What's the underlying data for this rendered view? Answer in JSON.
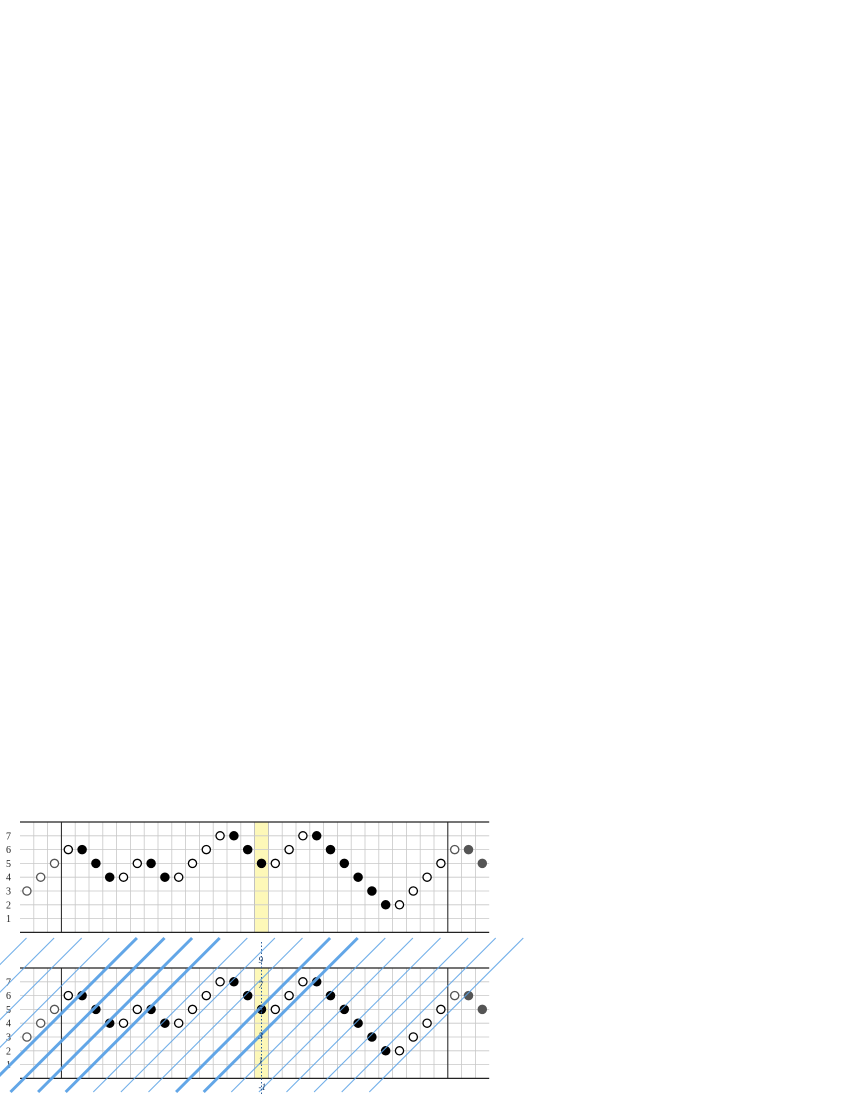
{
  "row_labels": [
    "7",
    "6",
    "5",
    "4",
    "3",
    "2",
    "1"
  ],
  "diagonal_labels": [
    "9",
    "7",
    "5",
    "3",
    "1",
    "-1"
  ],
  "colors": {
    "grid": "#c8c8c8",
    "frame": "#222222",
    "highlight": "#fdf8b8",
    "diagonal": "#5aa2e6",
    "ghost": "#555555",
    "axis_dotted": "#2d5f9a"
  },
  "chart_data": {
    "type": "scatter",
    "columns": 34,
    "rows": 7,
    "highlight_column": 17,
    "section_dividers": [
      3,
      31
    ],
    "points": [
      {
        "col": 0,
        "row": 3,
        "filled": false,
        "faded": true
      },
      {
        "col": 1,
        "row": 4,
        "filled": false,
        "faded": true
      },
      {
        "col": 2,
        "row": 5,
        "filled": false,
        "faded": true
      },
      {
        "col": 3,
        "row": 6,
        "filled": false,
        "faded": false
      },
      {
        "col": 4,
        "row": 6,
        "filled": true,
        "faded": false
      },
      {
        "col": 5,
        "row": 5,
        "filled": true,
        "faded": false
      },
      {
        "col": 6,
        "row": 4,
        "filled": true,
        "faded": false
      },
      {
        "col": 7,
        "row": 4,
        "filled": false,
        "faded": false
      },
      {
        "col": 8,
        "row": 5,
        "filled": false,
        "faded": false
      },
      {
        "col": 9,
        "row": 5,
        "filled": true,
        "faded": false
      },
      {
        "col": 10,
        "row": 4,
        "filled": true,
        "faded": false
      },
      {
        "col": 11,
        "row": 4,
        "filled": false,
        "faded": false
      },
      {
        "col": 12,
        "row": 5,
        "filled": false,
        "faded": false
      },
      {
        "col": 13,
        "row": 6,
        "filled": false,
        "faded": false
      },
      {
        "col": 14,
        "row": 7,
        "filled": false,
        "faded": false
      },
      {
        "col": 15,
        "row": 7,
        "filled": true,
        "faded": false
      },
      {
        "col": 16,
        "row": 6,
        "filled": true,
        "faded": false
      },
      {
        "col": 17,
        "row": 5,
        "filled": true,
        "faded": false
      },
      {
        "col": 18,
        "row": 5,
        "filled": false,
        "faded": false
      },
      {
        "col": 19,
        "row": 6,
        "filled": false,
        "faded": false
      },
      {
        "col": 20,
        "row": 7,
        "filled": false,
        "faded": false
      },
      {
        "col": 21,
        "row": 7,
        "filled": true,
        "faded": false
      },
      {
        "col": 22,
        "row": 6,
        "filled": true,
        "faded": false
      },
      {
        "col": 23,
        "row": 5,
        "filled": true,
        "faded": false
      },
      {
        "col": 24,
        "row": 4,
        "filled": true,
        "faded": false
      },
      {
        "col": 25,
        "row": 3,
        "filled": true,
        "faded": false
      },
      {
        "col": 26,
        "row": 2,
        "filled": true,
        "faded": false
      },
      {
        "col": 27,
        "row": 2,
        "filled": false,
        "faded": false
      },
      {
        "col": 28,
        "row": 3,
        "filled": false,
        "faded": false
      },
      {
        "col": 29,
        "row": 4,
        "filled": false,
        "faded": false
      },
      {
        "col": 30,
        "row": 5,
        "filled": false,
        "faded": false
      },
      {
        "col": 31,
        "row": 6,
        "filled": false,
        "faded": true
      },
      {
        "col": 32,
        "row": 6,
        "filled": true,
        "faded": true
      },
      {
        "col": 33,
        "row": 5,
        "filled": true,
        "faded": true
      }
    ],
    "diagonals": [
      {
        "offset": -21,
        "bold": false
      },
      {
        "offset": -19,
        "bold": false
      },
      {
        "offset": -17,
        "bold": false
      },
      {
        "offset": -15,
        "bold": false
      },
      {
        "offset": -13,
        "bold": false
      },
      {
        "offset": -11,
        "bold": false
      },
      {
        "offset": -9,
        "bold": true
      },
      {
        "offset": -7,
        "bold": true
      },
      {
        "offset": -5,
        "bold": false
      },
      {
        "offset": -3,
        "bold": false
      },
      {
        "offset": -1,
        "bold": false
      },
      {
        "offset": 1,
        "bold": true
      },
      {
        "offset": 3,
        "bold": true
      },
      {
        "offset": 5,
        "bold": true
      },
      {
        "offset": 7,
        "bold": true
      },
      {
        "offset": 9,
        "bold": false
      },
      {
        "offset": 11,
        "bold": false
      },
      {
        "offset": 13,
        "bold": false
      },
      {
        "offset": 15,
        "bold": false
      }
    ]
  }
}
